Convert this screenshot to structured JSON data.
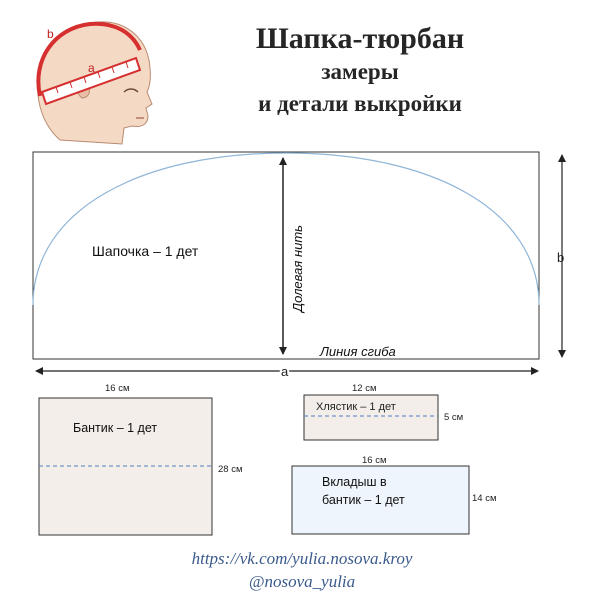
{
  "title": {
    "main": "Шапка-тюрбан",
    "line2": "замеры",
    "line3": "и детали выкройки"
  },
  "head_illustration": {
    "label_b": "b",
    "label_a": "a"
  },
  "main_piece": {
    "label": "Шапочка  – 1 дет",
    "grain_line": "Долевая нить",
    "fold_line": "Линия сгиба",
    "dim_height": "b",
    "dim_width": "a"
  },
  "bow_piece": {
    "label": "Бантик – 1 дет",
    "width": "16 см",
    "height": "28 см"
  },
  "strap_piece": {
    "label": "Хлястик – 1 дет",
    "width": "12 см",
    "height": "5 см"
  },
  "insert_piece": {
    "label_line1": "Вкладыш в",
    "label_line2": "бантик – 1 дет",
    "width": "16 см",
    "height": "14 см"
  },
  "footer": {
    "link": "https://vk.com/yulia.nosova.kroy",
    "handle": "@nosova_yulia"
  },
  "colors": {
    "arc": "#8fb5d8",
    "dashed": "#4f7fc0",
    "bow_fill": "#f3eeea",
    "strap_fill": "#f3eeea",
    "insert_fill": "#eef5fc",
    "outline": "#333333",
    "head_skin": "#f4d9c4",
    "head_measure": "#d62f2f"
  }
}
